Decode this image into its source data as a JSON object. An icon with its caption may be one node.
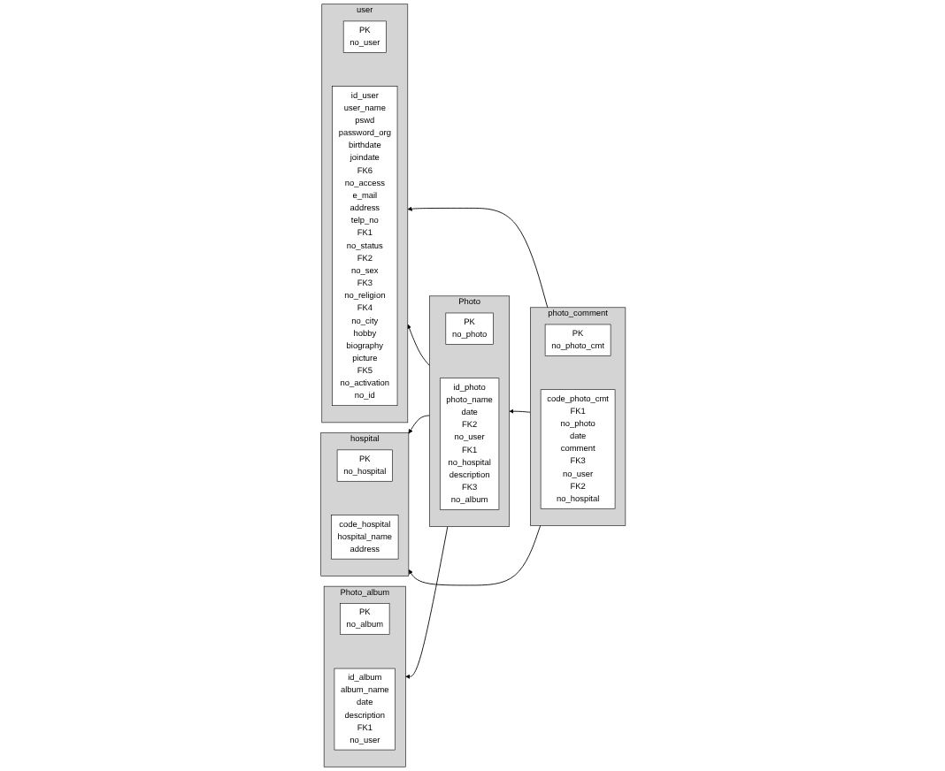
{
  "diagram": {
    "nodes": [
      {
        "text": [
          "user"
        ]
      },
      {
        "text": [
          "PK",
          "no_user"
        ],
        "in": 0
      },
      {
        "text": [
          "id_user",
          "user_name",
          "pswd",
          "password_org",
          "birthdate",
          "joindate",
          "FK6",
          "no_access",
          "e_mail",
          "address",
          "telp_no",
          "FK1",
          "no_status",
          "FK2",
          "no_sex",
          "FK3",
          "no_religion",
          "FK4",
          "no_city",
          "hobby",
          "biography",
          "picture",
          "FK5",
          "no_activation",
          "no_id"
        ],
        "in": 0
      },
      {
        "text": [
          "Photo"
        ]
      },
      {
        "text": [
          "PK",
          "no_photo"
        ],
        "in": 3
      },
      {
        "text": [
          "id_photo",
          "photo_name",
          "date",
          "FK2",
          "no_user",
          "FK1",
          "no_hospital",
          "description",
          "FK3",
          "no_album"
        ],
        "in": 3
      },
      {
        "text": [
          "photo_comment"
        ]
      },
      {
        "text": [
          "PK",
          "no_photo_cmt"
        ],
        "in": 6
      },
      {
        "text": [
          "code_photo_cmt",
          "FK1",
          "no_photo",
          "date",
          "comment",
          "FK3",
          "no_user",
          "FK2",
          "no_hospital"
        ],
        "in": 6
      },
      {
        "text": [
          "hospital"
        ]
      },
      {
        "text": [
          "PK",
          "no_hospital"
        ],
        "in": 9
      },
      {
        "text": [
          "code_hospital",
          "hospital_name",
          "address"
        ],
        "in": 9
      },
      {
        "text": [
          "Photo_album"
        ]
      },
      {
        "text": [
          "PK",
          "no_album"
        ],
        "in": 12
      },
      {
        "text": [
          "id_album",
          "album_name",
          "date",
          "description",
          "FK1",
          "no_user"
        ],
        "in": 12
      }
    ],
    "edges": [
      {
        "from": 6,
        "to": 0,
        "arrow": "to"
      },
      {
        "from": 3,
        "to": 0,
        "arrow": "to"
      },
      {
        "from": 6,
        "to": 3,
        "arrow": "to"
      },
      {
        "from": 3,
        "to": 9,
        "arrow": "to"
      },
      {
        "from": 3,
        "to": 12,
        "arrow": "to"
      },
      {
        "from": 6,
        "to": 9,
        "arrow": "to"
      }
    ]
  }
}
